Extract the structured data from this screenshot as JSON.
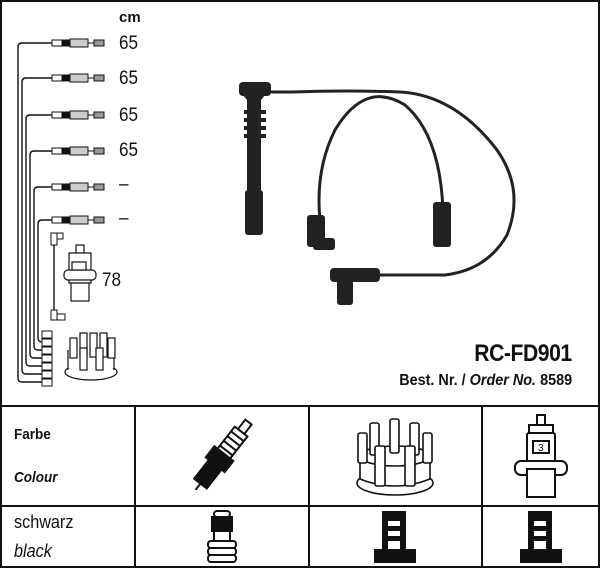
{
  "lengths": {
    "unit": "cm",
    "cables": [
      "65",
      "65",
      "65",
      "65",
      "–",
      "–"
    ],
    "coil_cable": "78"
  },
  "product": {
    "code": "RC-FD901",
    "order_label_de": "Best. Nr. /",
    "order_label_en": "Order No.",
    "order_number": "8589"
  },
  "table": {
    "header_de": "Farbe",
    "header_en": "Colour",
    "color_de": "schwarz",
    "color_en": "black",
    "columns": [
      "spark-plug",
      "distributor-cap",
      "ignition-coil"
    ]
  }
}
